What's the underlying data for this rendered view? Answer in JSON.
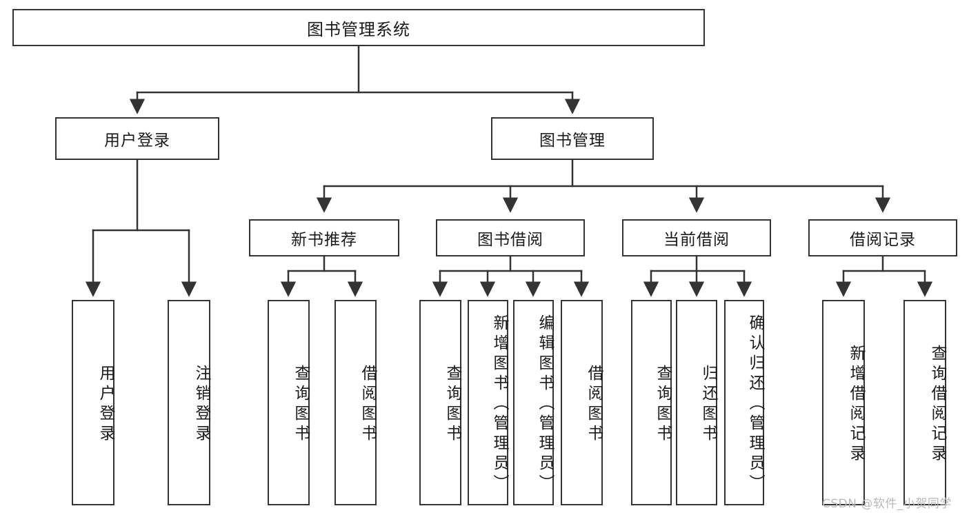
{
  "diagram": {
    "title": "图书管理系统",
    "type": "functional-structure-tree",
    "watermark": "CSDN @软件_小贺同学",
    "colors": {
      "node_border": "#333333",
      "node_fill": "#ffffff",
      "edge": "#333333",
      "text": "#1a1a1a",
      "watermark": "#b9b9b9",
      "background": "#ffffff"
    },
    "levels": {
      "root": {
        "label": "图书管理系统"
      },
      "modules": [
        {
          "id": "user-login",
          "label": "用户登录"
        },
        {
          "id": "book-manage",
          "label": "图书管理"
        }
      ],
      "submodules": [
        {
          "id": "new-book-rec",
          "label": "新书推荐",
          "parent": "book-manage"
        },
        {
          "id": "book-borrow",
          "label": "图书借阅",
          "parent": "book-manage"
        },
        {
          "id": "current-borrow",
          "label": "当前借阅",
          "parent": "book-manage"
        },
        {
          "id": "borrow-record",
          "label": "借阅记录",
          "parent": "book-manage"
        }
      ],
      "leaves": [
        {
          "id": "leaf-user-login",
          "label": "用户登录",
          "parent": "user-login"
        },
        {
          "id": "leaf-logout-login",
          "label": "注销登录",
          "parent": "user-login"
        },
        {
          "id": "leaf-query-book-1",
          "label": "查询图书",
          "parent": "new-book-rec"
        },
        {
          "id": "leaf-borrow-book-1",
          "label": "借阅图书",
          "parent": "new-book-rec"
        },
        {
          "id": "leaf-query-book-2",
          "label": "查询图书",
          "parent": "book-borrow"
        },
        {
          "id": "leaf-add-book",
          "label": "新增图书（管理员）",
          "parent": "book-borrow"
        },
        {
          "id": "leaf-edit-book",
          "label": "编辑图书（管理员）",
          "parent": "book-borrow"
        },
        {
          "id": "leaf-borrow-book-2",
          "label": "借阅图书",
          "parent": "book-borrow"
        },
        {
          "id": "leaf-query-book-3",
          "label": "查询图书",
          "parent": "current-borrow"
        },
        {
          "id": "leaf-return-book",
          "label": "归还图书",
          "parent": "current-borrow"
        },
        {
          "id": "leaf-confirm-return",
          "label": "确认归还（管理员）",
          "parent": "current-borrow"
        },
        {
          "id": "leaf-add-record",
          "label": "新增借阅记录",
          "parent": "borrow-record"
        },
        {
          "id": "leaf-query-record",
          "label": "查询借阅记录",
          "parent": "borrow-record"
        }
      ]
    }
  }
}
